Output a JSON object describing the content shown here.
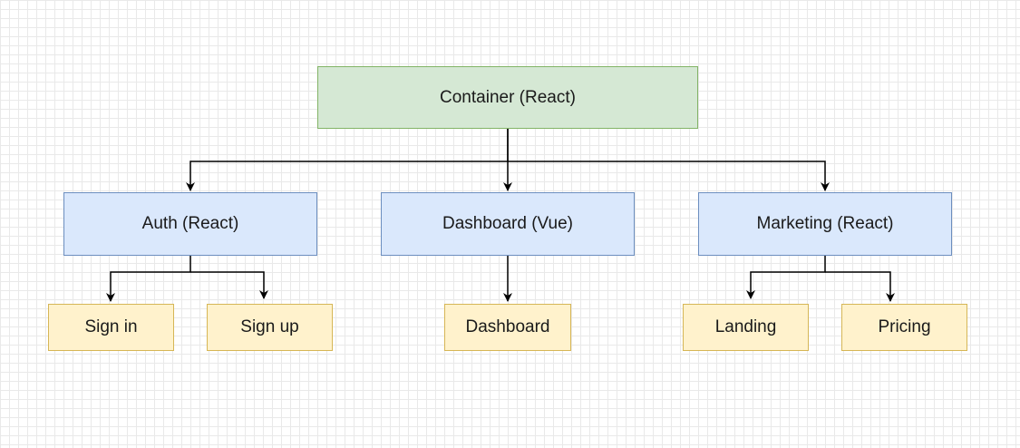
{
  "diagram": {
    "root": {
      "label": "Container (React)",
      "color": "green"
    },
    "modules": [
      {
        "label": "Auth (React)",
        "color": "blue"
      },
      {
        "label": "Dashboard (Vue)",
        "color": "blue"
      },
      {
        "label": "Marketing (React)",
        "color": "blue"
      }
    ],
    "pages": [
      {
        "label": "Sign in",
        "parent": "Auth (React)"
      },
      {
        "label": "Sign up",
        "parent": "Auth (React)"
      },
      {
        "label": "Dashboard",
        "parent": "Dashboard (Vue)"
      },
      {
        "label": "Landing",
        "parent": "Marketing (React)"
      },
      {
        "label": "Pricing",
        "parent": "Marketing (React)"
      }
    ],
    "colors": {
      "green_fill": "#d5e8d4",
      "green_stroke": "#82b366",
      "blue_fill": "#dae8fc",
      "blue_stroke": "#6c8ebf",
      "yellow_fill": "#fff2cc",
      "yellow_stroke": "#d6b656",
      "edge": "#000000"
    }
  }
}
